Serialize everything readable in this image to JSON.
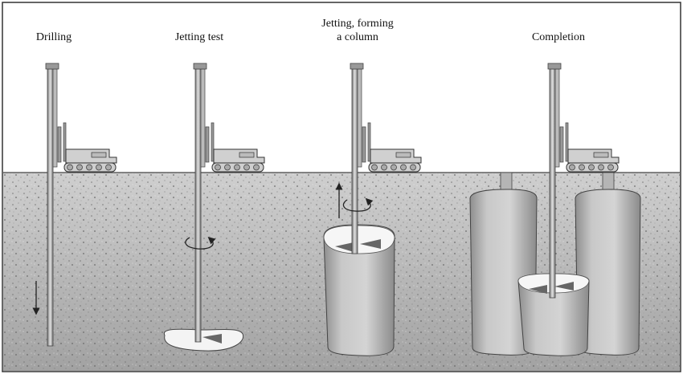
{
  "stages": [
    {
      "label": "Drilling"
    },
    {
      "label": "Jetting test"
    },
    {
      "label_line1": "Jetting, forming",
      "label_line2": "a column"
    },
    {
      "label": "Completion"
    }
  ],
  "colors": {
    "sky": "#ffffff",
    "soil_top": "#c9c9c9",
    "soil_bottom": "#9c9c9c",
    "column_fill": "#bdbdbd",
    "column_edge": "#5a5a5a",
    "rig_fill": "#d0d0d0",
    "outline": "#333333"
  }
}
